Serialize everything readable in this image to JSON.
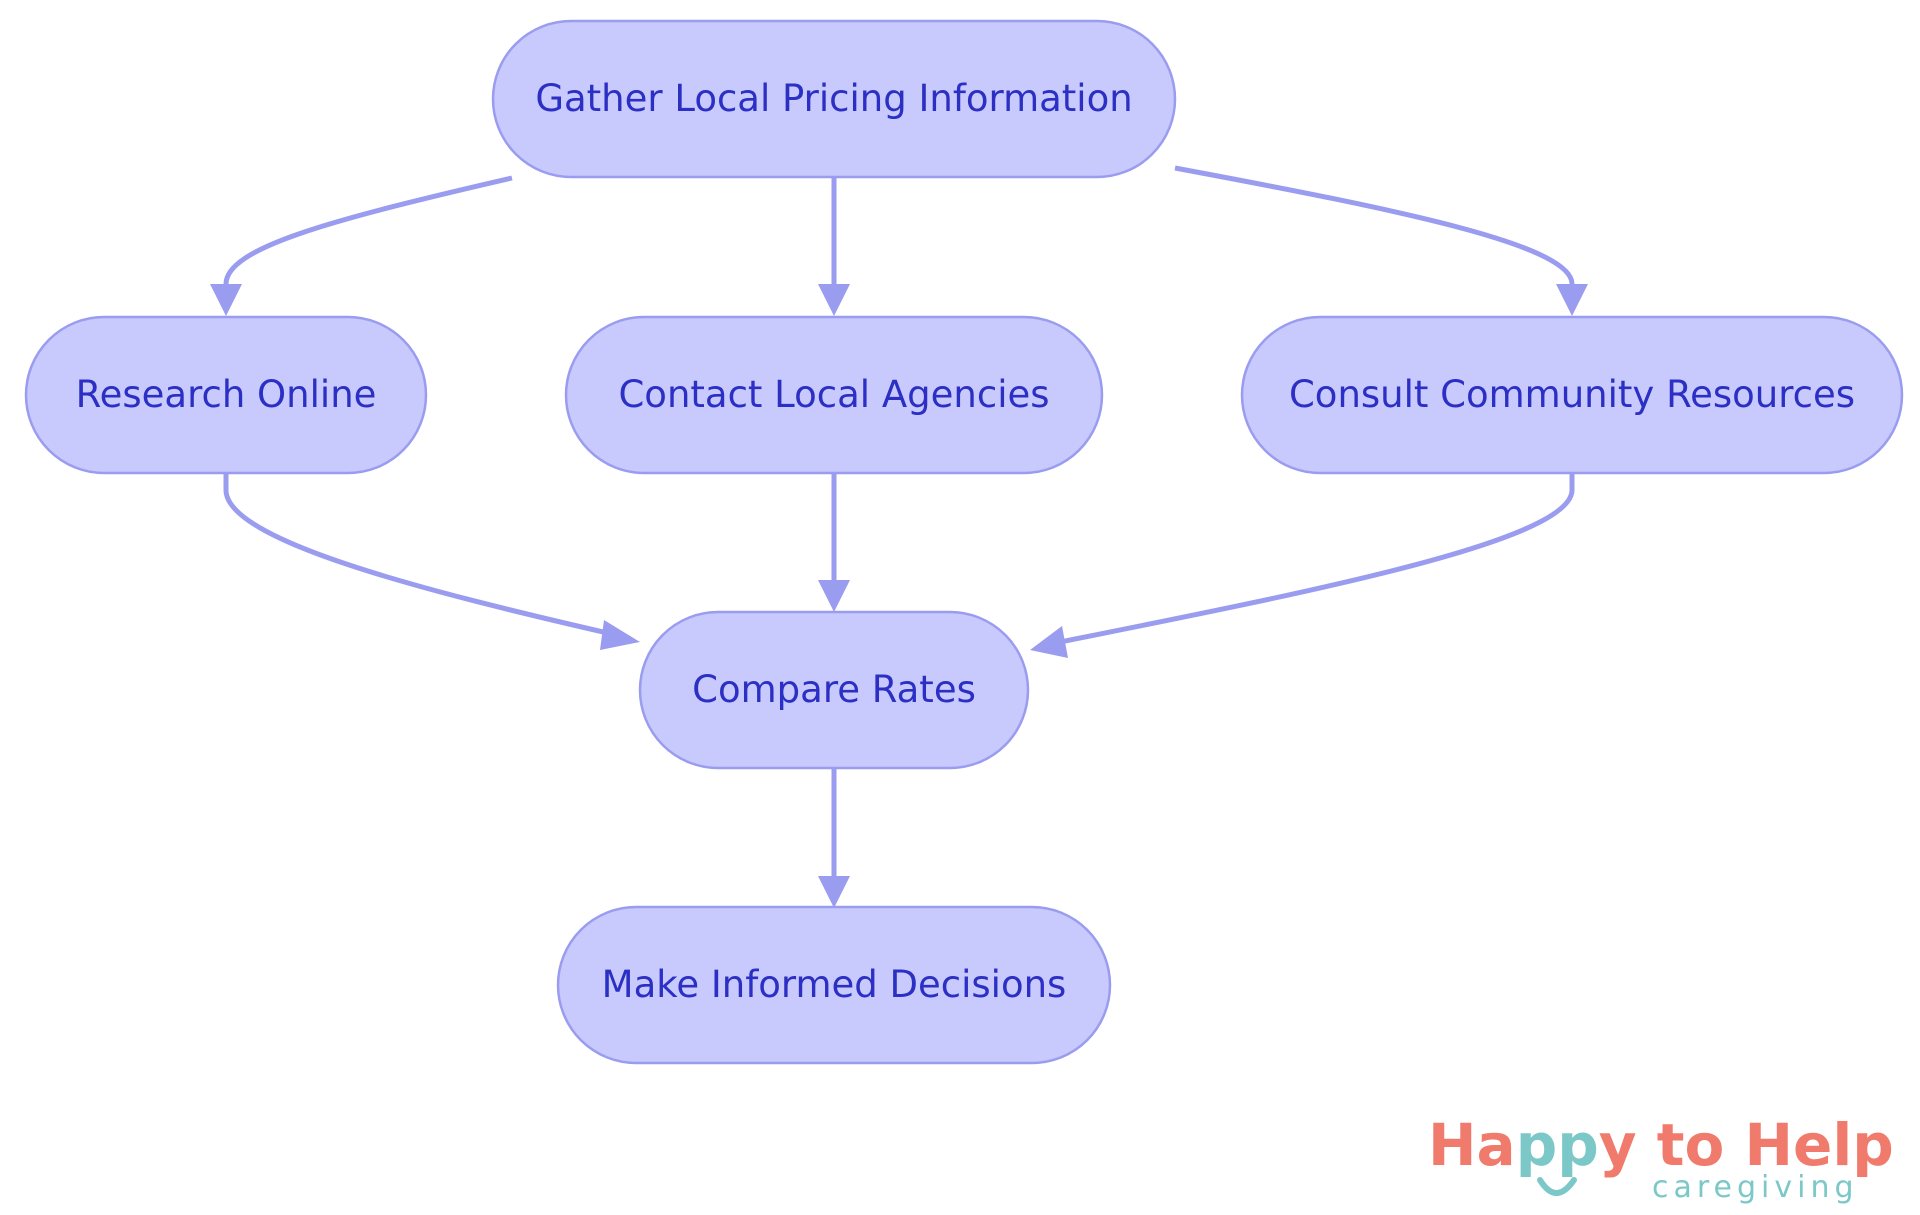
{
  "nodes": {
    "gather": "Gather Local Pricing Information",
    "research": "Research Online",
    "contact": "Contact Local Agencies",
    "consult": "Consult Community Resources",
    "compare": "Compare Rates",
    "decide": "Make Informed Decisions"
  },
  "edges": [
    {
      "from": "gather",
      "to": "research"
    },
    {
      "from": "gather",
      "to": "contact"
    },
    {
      "from": "gather",
      "to": "consult"
    },
    {
      "from": "research",
      "to": "compare"
    },
    {
      "from": "contact",
      "to": "compare"
    },
    {
      "from": "consult",
      "to": "compare"
    },
    {
      "from": "compare",
      "to": "decide"
    }
  ],
  "logo": {
    "word1_a": "Ha",
    "word1_pp": "pp",
    "word1_y": "y to Help",
    "subtitle": "caregiving"
  },
  "colors": {
    "node_fill": "#c8c9fc",
    "node_stroke": "#9a9cf0",
    "node_text": "#2b2fc4",
    "edge": "#9a9cf0",
    "logo_coral": "#f07a6c",
    "logo_teal": "#7cc8c8"
  }
}
